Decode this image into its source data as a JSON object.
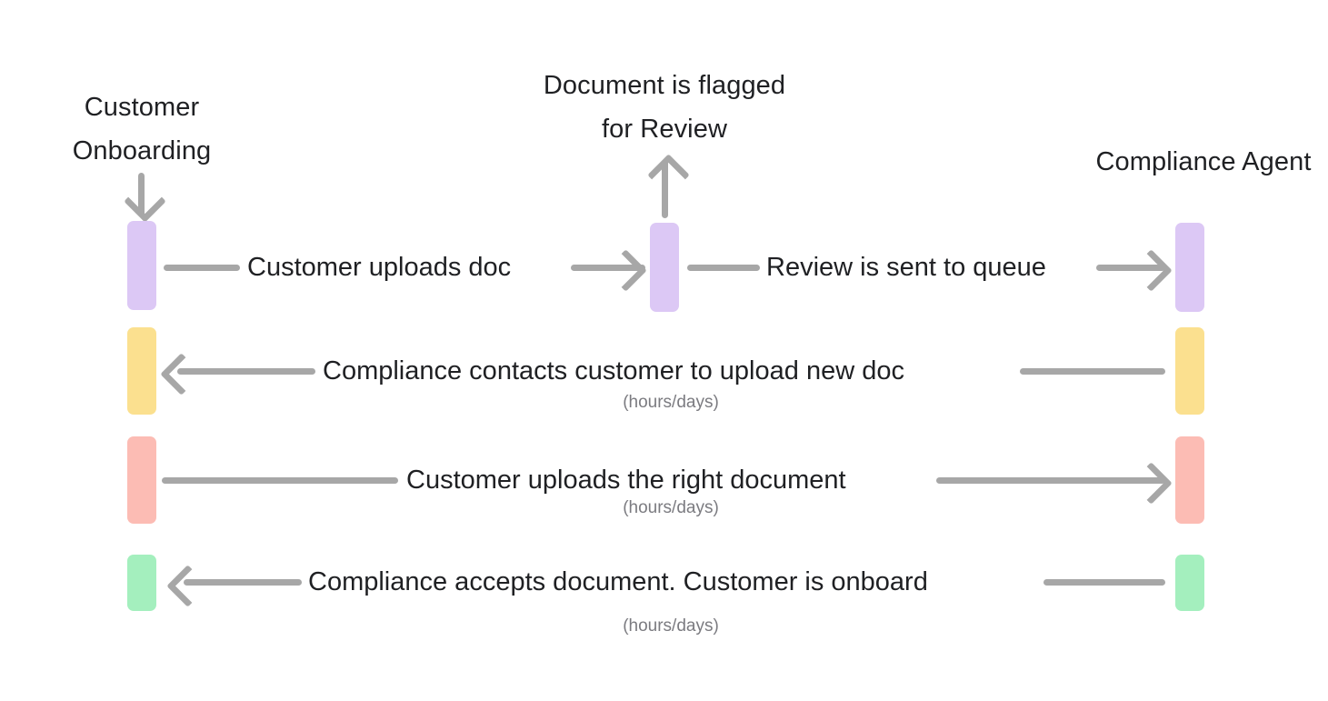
{
  "diagram": {
    "title_left": "Customer\nOnboarding",
    "title_mid": "Document is flagged\nfor Review",
    "title_right": "Compliance Agent",
    "background": "#ffffff",
    "line_color": "#a7a7a7",
    "text_color": "#1f2023",
    "subtext_color": "#7b7b80"
  },
  "lanes": [
    {
      "name": "customer-onboarding",
      "label": "Customer\nOnboarding"
    },
    {
      "name": "document-flagged-review",
      "label": "Document is flagged\nfor Review"
    },
    {
      "name": "compliance-agent",
      "label": "Compliance Agent"
    }
  ],
  "steps": [
    {
      "id": "step-1a",
      "message": "Customer uploads doc",
      "note": "",
      "direction": "right",
      "from": "customer-onboarding",
      "to": "document-flagged-review",
      "color": "#dcc8f5"
    },
    {
      "id": "step-1b",
      "message": "Review is sent to queue",
      "note": "",
      "direction": "right",
      "from": "document-flagged-review",
      "to": "compliance-agent",
      "color": "#dcc8f5"
    },
    {
      "id": "step-2",
      "message": "Compliance contacts customer to upload new doc",
      "note": "(hours/days)",
      "direction": "left",
      "from": "compliance-agent",
      "to": "customer-onboarding",
      "color": "#fbe08f"
    },
    {
      "id": "step-3",
      "message": "Customer uploads the right document",
      "note": "(hours/days)",
      "direction": "right",
      "from": "customer-onboarding",
      "to": "compliance-agent",
      "color": "#fcbcb4"
    },
    {
      "id": "step-4",
      "message": "Compliance accepts document. Customer is onboard",
      "note": "(hours/days)",
      "direction": "left",
      "from": "compliance-agent",
      "to": "customer-onboarding",
      "color": "#a4efbe"
    }
  ],
  "entry_arrow": {
    "name": "entry-down-arrow",
    "direction": "down"
  },
  "flag_arrow": {
    "name": "flag-up-arrow",
    "direction": "up"
  }
}
